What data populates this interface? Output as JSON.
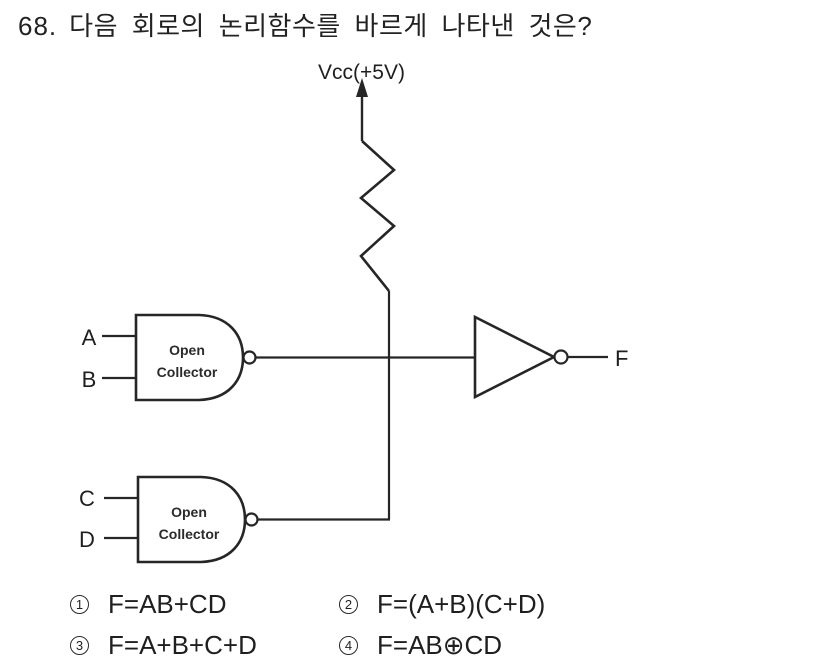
{
  "question": {
    "number": "68.",
    "text": "다음 회로의 논리함수를 바르게 나타낸 것은?"
  },
  "circuit": {
    "vcc_label": "Vcc(+5V)",
    "gate1": {
      "input_top": "A",
      "input_bottom": "B",
      "label_line1": "Open",
      "label_line2": "Collector"
    },
    "gate2": {
      "input_top": "C",
      "input_bottom": "D",
      "label_line1": "Open",
      "label_line2": "Collector"
    },
    "output_label": "F"
  },
  "choices": [
    {
      "number": "1",
      "formula": "F=AB+CD"
    },
    {
      "number": "2",
      "formula": "F=(A+B)(C+D)"
    },
    {
      "number": "3",
      "formula": "F=A+B+C+D"
    },
    {
      "number": "4",
      "formula": "F=AB⊕CD"
    }
  ],
  "colors": {
    "ink": "#1f1f1f",
    "line": "#262626",
    "background": "#ffffff"
  }
}
